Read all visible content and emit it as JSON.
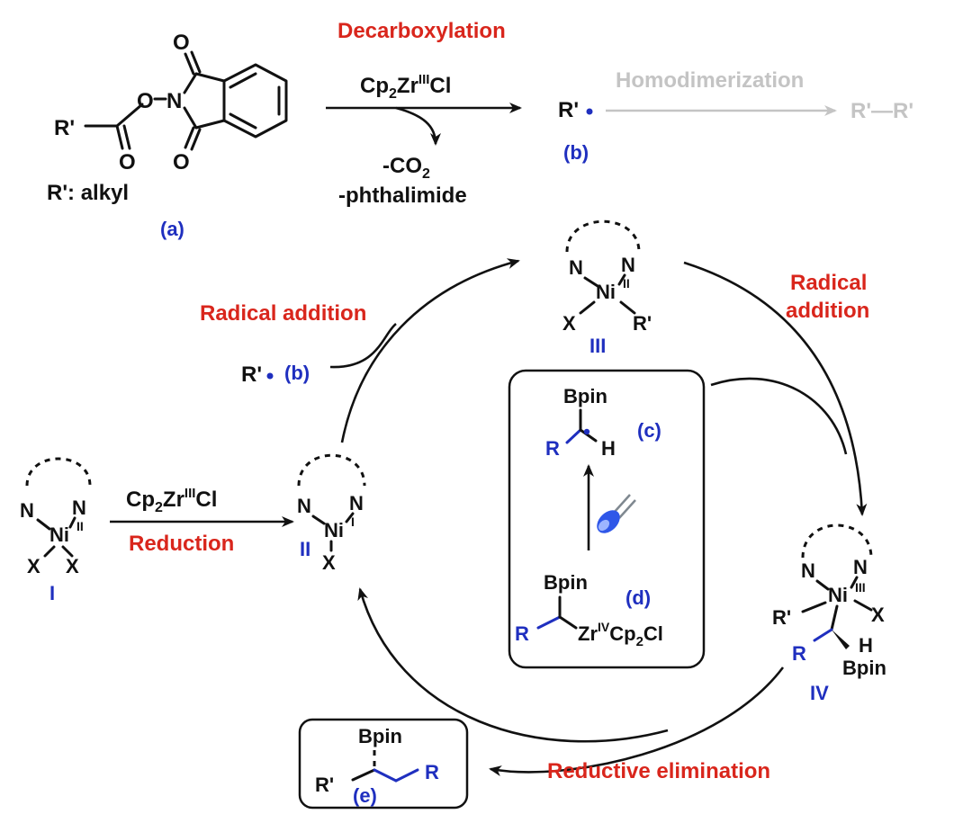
{
  "decarboxylation": {
    "title": "Decarboxylation",
    "reagent_cp": "Cp",
    "reagent_sub2": "2",
    "reagent_zr": "Zr",
    "reagent_sup": "III",
    "reagent_cl": "Cl",
    "byproduct_co2": "-CO",
    "byproduct_co2_sub": "2",
    "byproduct_phth": "-phthalimide",
    "homodimerization": "Homodimerization",
    "dimer": "R'—R'"
  },
  "substrate_a": {
    "r_label": "R'",
    "o_carbonyl": "O",
    "o_ester": "O",
    "n_label": "N",
    "o_top": "O",
    "o_bottom": "O",
    "alkyl": "R': alkyl",
    "tag": "(a)"
  },
  "radical_b_top": {
    "label": "R'",
    "dot": "•",
    "tag": "(b)"
  },
  "radical_b_left": {
    "label": "R'",
    "dot": "•",
    "tag": "(b)"
  },
  "cycle": {
    "radical_addition_left": "Radical addition",
    "radical_addition_right_1": "Radical",
    "radical_addition_right_2": "addition",
    "reductive_elimination": "Reductive elimination",
    "reduction": "Reduction"
  },
  "complex_I": {
    "n1": "N",
    "n2": "N",
    "ni": "Ni",
    "ox": "II",
    "x1": "X",
    "x2": "X",
    "tag": "I"
  },
  "complex_II": {
    "n1": "N",
    "n2": "N",
    "ni": "Ni",
    "ox": "I",
    "x": "X",
    "tag": "II"
  },
  "complex_III": {
    "n1": "N",
    "n2": "N",
    "ni": "Ni",
    "ox": "II",
    "x": "X",
    "r": "R'",
    "tag": "III"
  },
  "complex_IV": {
    "n1": "N",
    "n2": "N",
    "ni": "Ni",
    "ox": "III",
    "x": "X",
    "r": "R'",
    "rb": "R",
    "h": "H",
    "bpin": "Bpin",
    "tag": "IV"
  },
  "reduction_reagent": {
    "cp": "Cp",
    "sub2": "2",
    "zr": "Zr",
    "sup": "III",
    "cl": "Cl"
  },
  "inner_box": {
    "bpin_c": "Bpin",
    "r_c": "R",
    "h_c": "H",
    "tag_c": "(c)",
    "bpin_d": "Bpin",
    "r_d": "R",
    "zr_d": "Zr",
    "sup_d": "IV",
    "cp_d": "Cp",
    "sub_d": "2",
    "cl_d": "Cl",
    "tag_d": "(d)"
  },
  "product_e": {
    "bpin": "Bpin",
    "r_prime": "R'",
    "r": "R",
    "tag": "(e)"
  },
  "colors": {
    "red": "#d9261c",
    "blue": "#1f2fbf",
    "gray": "#c4c4c4",
    "black": "#111111"
  }
}
